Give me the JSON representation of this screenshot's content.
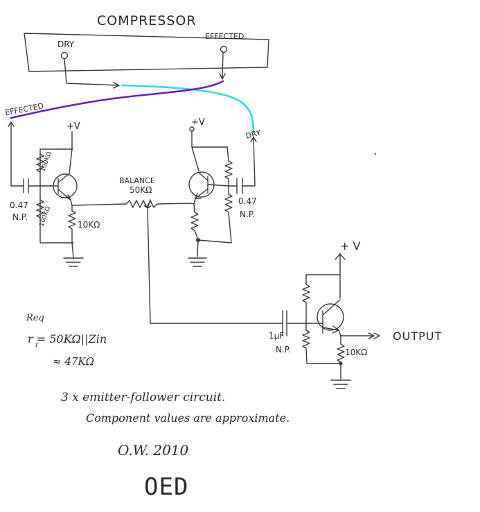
{
  "compressor": {
    "title": "COMPRESSOR",
    "dry_label": "DRY",
    "effected_label": "EFFECTED"
  },
  "inputs": {
    "effected_label": "EFFECTED",
    "dry_label": "DRY"
  },
  "supply": {
    "left": "+V",
    "middle": "+V",
    "output": "+ V"
  },
  "left_stage": {
    "r_top": "100KΩ",
    "r_bottom": "100KΩ",
    "r_emitter": "10KΩ",
    "cap_value": "0.47",
    "cap_type": "N.P."
  },
  "balance": {
    "label": "BALANCE",
    "value": "50KΩ"
  },
  "right_stage": {
    "cap_value": "0.47",
    "cap_type": "N.P."
  },
  "output_stage": {
    "cap_value": "1μF",
    "cap_type": "N.P.",
    "r_emitter": "10KΩ",
    "output_label": "OUTPUT"
  },
  "notes": {
    "req": "Req",
    "formula": "r = 50KΩ||Zin",
    "formula_sub": "T",
    "approx": "≈ 47KΩ",
    "line1": "3 x emitter-follower circuit.",
    "line2": "Component values are approximate.",
    "signature": "O.W. 2010",
    "logo": "OED"
  },
  "colors": {
    "ink": "#3a3a3a",
    "dry_wire": "#33d6e8",
    "effected_wire": "#6a1fb5"
  }
}
